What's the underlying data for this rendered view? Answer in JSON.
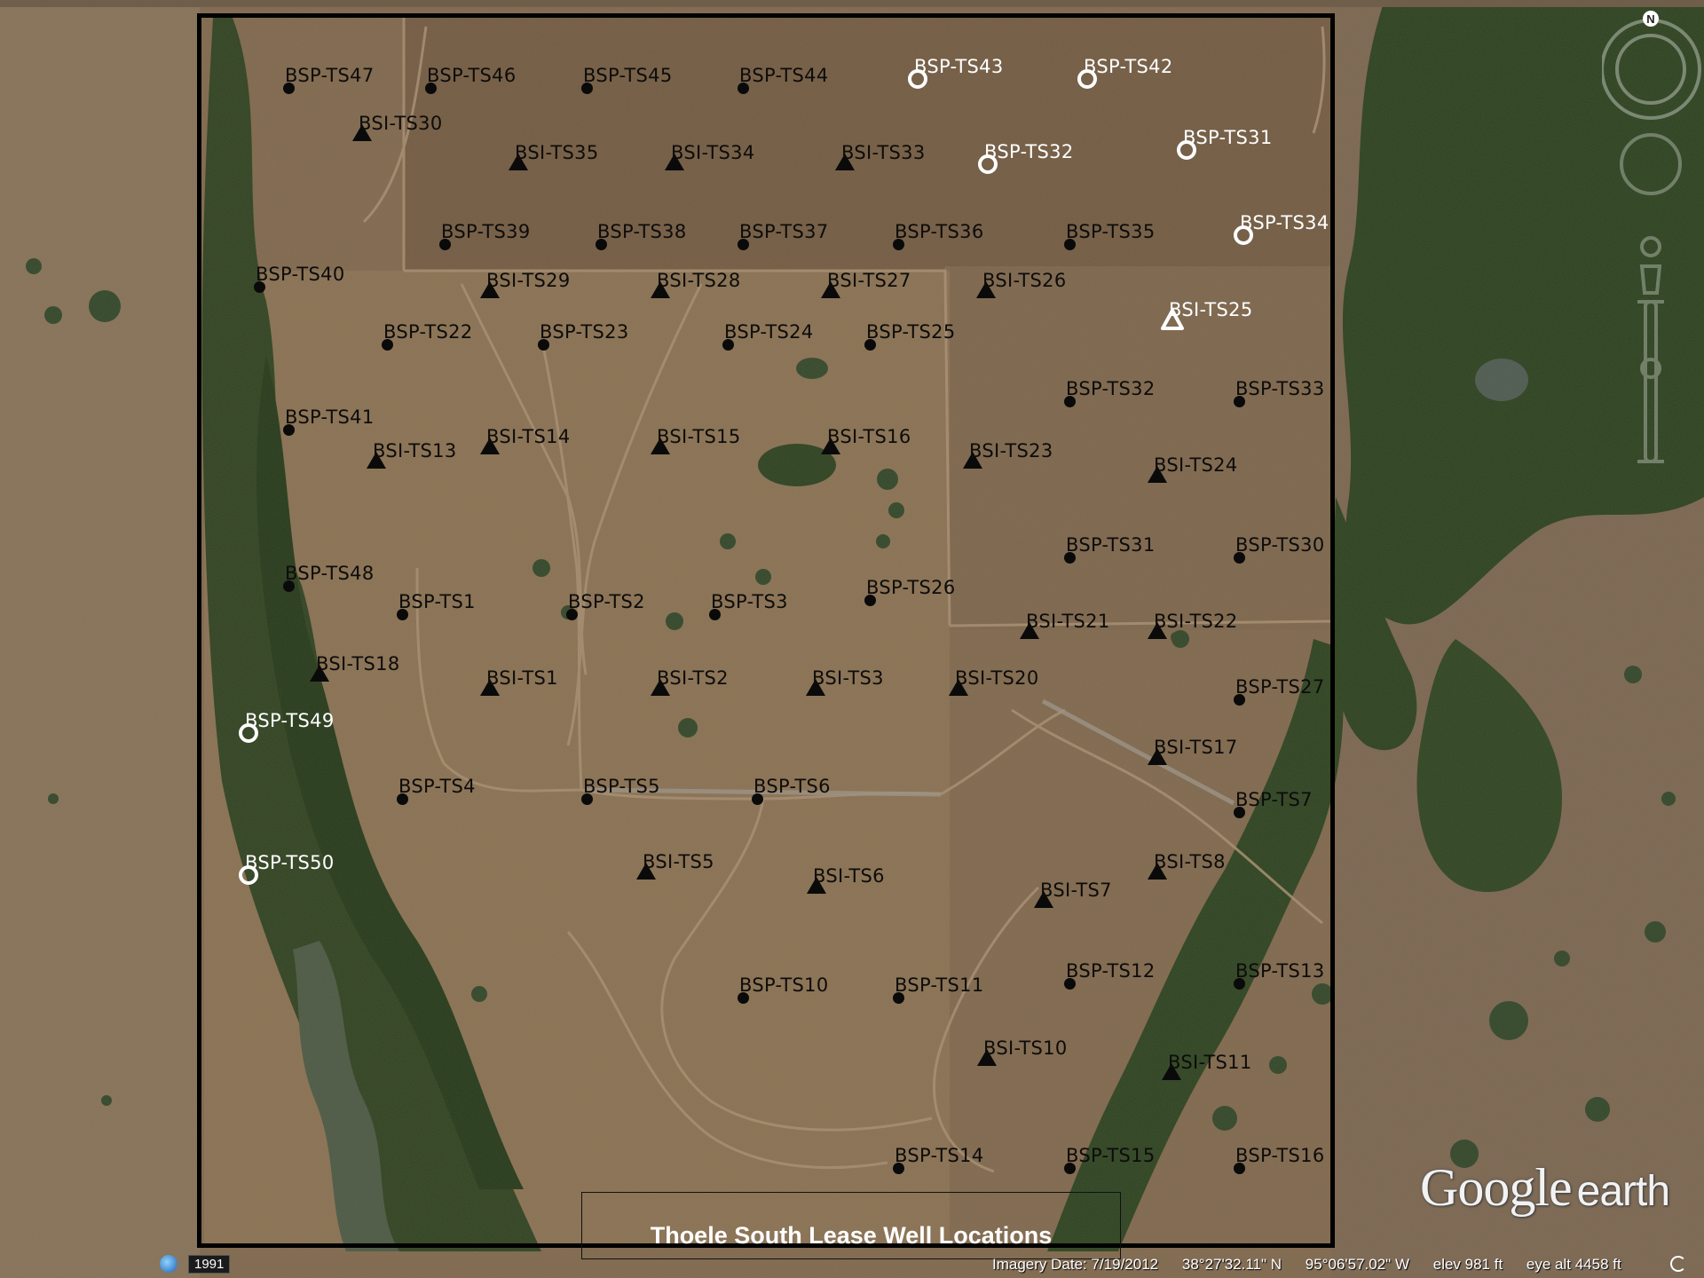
{
  "title": "Thoele South Lease Well Locations",
  "status": {
    "year": "1991",
    "imagery_date": "Imagery Date: 7/19/2012",
    "latitude": "38°27'32.11\" N",
    "longitude": "95°06'57.02\" W",
    "elev": "elev   981 ft",
    "eye_alt": "eye alt   4458 ft"
  },
  "logo": {
    "main": "Google",
    "suffix": "earth"
  },
  "compass": {
    "north": "N"
  },
  "colors": {
    "label": "#0d0c0a",
    "highlight": "#ffffff",
    "border": "#000000"
  },
  "wells": [
    {
      "id": "BSP-TS47",
      "type": "producer",
      "style": "solid"
    },
    {
      "id": "BSP-TS46",
      "type": "producer",
      "style": "solid"
    },
    {
      "id": "BSP-TS45",
      "type": "producer",
      "style": "solid"
    },
    {
      "id": "BSP-TS44",
      "type": "producer",
      "style": "solid"
    },
    {
      "id": "BSP-TS43",
      "type": "producer",
      "style": "open"
    },
    {
      "id": "BSP-TS42",
      "type": "producer",
      "style": "open"
    },
    {
      "id": "BSI-TS30",
      "type": "injector",
      "style": "solid"
    },
    {
      "id": "BSI-TS35",
      "type": "injector",
      "style": "solid"
    },
    {
      "id": "BSI-TS34",
      "type": "injector",
      "style": "solid"
    },
    {
      "id": "BSI-TS33",
      "type": "injector",
      "style": "solid"
    },
    {
      "id": "BSP-TS32",
      "type": "producer",
      "style": "open"
    },
    {
      "id": "BSP-TS31",
      "type": "producer",
      "style": "open"
    },
    {
      "id": "BSP-TS39",
      "type": "producer",
      "style": "solid"
    },
    {
      "id": "BSP-TS38",
      "type": "producer",
      "style": "solid"
    },
    {
      "id": "BSP-TS37",
      "type": "producer",
      "style": "solid"
    },
    {
      "id": "BSP-TS36",
      "type": "producer",
      "style": "solid"
    },
    {
      "id": "BSP-TS35",
      "type": "producer",
      "style": "solid"
    },
    {
      "id": "BSP-TS34",
      "type": "producer",
      "style": "open"
    },
    {
      "id": "BSP-TS40",
      "type": "producer",
      "style": "solid"
    },
    {
      "id": "BSI-TS29",
      "type": "injector",
      "style": "solid"
    },
    {
      "id": "BSI-TS28",
      "type": "injector",
      "style": "solid"
    },
    {
      "id": "BSI-TS27",
      "type": "injector",
      "style": "solid"
    },
    {
      "id": "BSI-TS26",
      "type": "injector",
      "style": "solid"
    },
    {
      "id": "BSI-TS25",
      "type": "injector",
      "style": "open"
    },
    {
      "id": "BSP-TS22",
      "type": "producer",
      "style": "solid"
    },
    {
      "id": "BSP-TS23",
      "type": "producer",
      "style": "solid"
    },
    {
      "id": "BSP-TS24",
      "type": "producer",
      "style": "solid"
    },
    {
      "id": "BSP-TS25",
      "type": "producer",
      "style": "solid"
    },
    {
      "id": "BSP-TS32",
      "type": "producer",
      "style": "solid"
    },
    {
      "id": "BSP-TS33",
      "type": "producer",
      "style": "solid"
    },
    {
      "id": "BSP-TS41",
      "type": "producer",
      "style": "solid"
    },
    {
      "id": "BSI-TS13",
      "type": "injector",
      "style": "solid"
    },
    {
      "id": "BSI-TS14",
      "type": "injector",
      "style": "solid"
    },
    {
      "id": "BSI-TS15",
      "type": "injector",
      "style": "solid"
    },
    {
      "id": "BSI-TS16",
      "type": "injector",
      "style": "solid"
    },
    {
      "id": "BSI-TS23",
      "type": "injector",
      "style": "solid"
    },
    {
      "id": "BSI-TS24",
      "type": "injector",
      "style": "solid"
    },
    {
      "id": "BSP-TS31",
      "type": "producer",
      "style": "solid"
    },
    {
      "id": "BSP-TS30",
      "type": "producer",
      "style": "solid"
    },
    {
      "id": "BSP-TS48",
      "type": "producer",
      "style": "solid"
    },
    {
      "id": "BSP-TS1",
      "type": "producer",
      "style": "solid"
    },
    {
      "id": "BSP-TS2",
      "type": "producer",
      "style": "solid"
    },
    {
      "id": "BSP-TS3",
      "type": "producer",
      "style": "solid"
    },
    {
      "id": "BSP-TS26",
      "type": "producer",
      "style": "solid"
    },
    {
      "id": "BSI-TS21",
      "type": "injector",
      "style": "solid"
    },
    {
      "id": "BSI-TS22",
      "type": "injector",
      "style": "solid"
    },
    {
      "id": "BSI-TS18",
      "type": "injector",
      "style": "solid"
    },
    {
      "id": "BSI-TS1",
      "type": "injector",
      "style": "solid"
    },
    {
      "id": "BSI-TS2",
      "type": "injector",
      "style": "solid"
    },
    {
      "id": "BSI-TS3",
      "type": "injector",
      "style": "solid"
    },
    {
      "id": "BSI-TS20",
      "type": "injector",
      "style": "solid"
    },
    {
      "id": "BSP-TS27",
      "type": "producer",
      "style": "solid"
    },
    {
      "id": "BSP-TS49",
      "type": "producer",
      "style": "open"
    },
    {
      "id": "BSI-TS17",
      "type": "injector",
      "style": "solid"
    },
    {
      "id": "BSP-TS4",
      "type": "producer",
      "style": "solid"
    },
    {
      "id": "BSP-TS5",
      "type": "producer",
      "style": "solid"
    },
    {
      "id": "BSP-TS6",
      "type": "producer",
      "style": "solid"
    },
    {
      "id": "BSP-TS7",
      "type": "producer",
      "style": "solid"
    },
    {
      "id": "BSP-TS50",
      "type": "producer",
      "style": "open"
    },
    {
      "id": "BSI-TS5",
      "type": "injector",
      "style": "solid"
    },
    {
      "id": "BSI-TS6",
      "type": "injector",
      "style": "solid"
    },
    {
      "id": "BSI-TS8",
      "type": "injector",
      "style": "solid"
    },
    {
      "id": "BSI-TS7",
      "type": "injector",
      "style": "solid"
    },
    {
      "id": "BSP-TS12",
      "type": "producer",
      "style": "solid"
    },
    {
      "id": "BSP-TS13",
      "type": "producer",
      "style": "solid"
    },
    {
      "id": "BSP-TS10",
      "type": "producer",
      "style": "solid"
    },
    {
      "id": "BSP-TS11",
      "type": "producer",
      "style": "solid"
    },
    {
      "id": "BSI-TS10",
      "type": "injector",
      "style": "solid"
    },
    {
      "id": "BSI-TS11",
      "type": "injector",
      "style": "solid"
    },
    {
      "id": "BSP-TS14",
      "type": "producer",
      "style": "solid"
    },
    {
      "id": "BSP-TS15",
      "type": "producer",
      "style": "solid"
    },
    {
      "id": "BSP-TS16",
      "type": "producer",
      "style": "solid"
    }
  ]
}
